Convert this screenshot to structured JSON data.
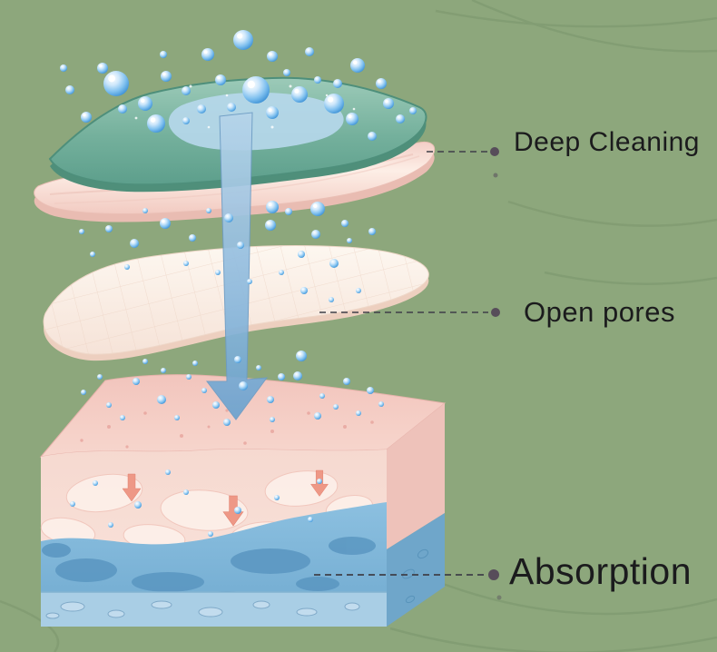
{
  "labels": {
    "deep_cleaning": "Deep Cleaning",
    "open_pores": "Open pores",
    "absorption": "Absorption"
  },
  "colors": {
    "background": "#8da77c",
    "label_text": "#1b1b1d",
    "leader_dot": "#514457",
    "bubble_blue": "#3e92d6",
    "cleansing_layer_green": "#6aab97",
    "cleansing_water_blue": "#b7d8ec",
    "pore_layer_cream": "#faf0e7",
    "skin_pink": "#f5d3ca",
    "absorption_blue": "#7fb7da",
    "arrow_blue": "#74a9d4",
    "dermis_arrow_coral": "#ee9886"
  }
}
